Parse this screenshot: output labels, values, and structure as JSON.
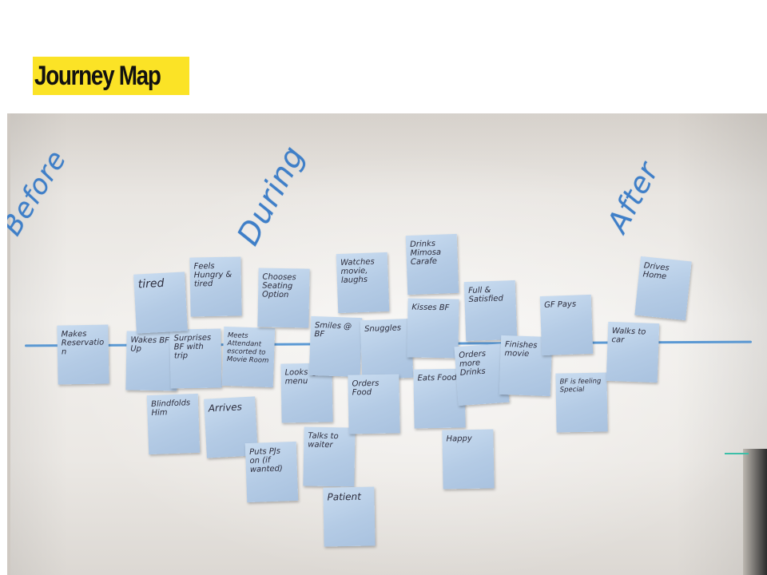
{
  "slide": {
    "title": "Journey Map",
    "title_highlight_color": "#fbe326"
  },
  "whiteboard": {
    "marker_color": "#3f7fc8",
    "sticky_note_color": "#b8cfe8",
    "phases": [
      "Before",
      "During",
      "After"
    ],
    "notes": [
      "Makes Reservation",
      "Wakes BF Up",
      "Surprises BF with trip",
      "tired",
      "Feels Hungry & tired",
      "Meets Attendant escorted to Movie Room",
      "Chooses Seating Option",
      "Blindfolds Him",
      "Arrives",
      "Puts PJs on (if wanted)",
      "Looks @ menu",
      "Smiles @ BF",
      "Talks to waiter",
      "Patient",
      "Watches movie, laughs",
      "Snuggles",
      "Orders Food",
      "Drinks Mimosa Carafe",
      "Kisses BF",
      "Eats Food",
      "Happy",
      "Orders more Drinks",
      "Full & Satisfied",
      "Finishes movie",
      "GF Pays",
      "BF is feeling Special",
      "Walks to car",
      "Drives Home"
    ]
  }
}
